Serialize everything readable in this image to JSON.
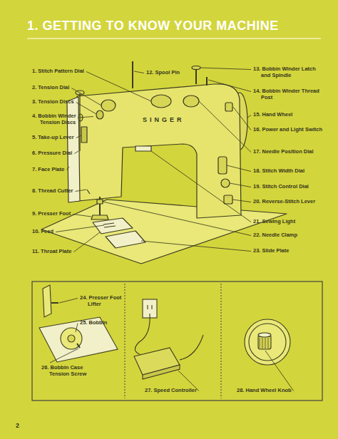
{
  "diagram": {
    "title": "1. GETTING TO KNOW YOUR MACHINE",
    "labels": [
      "1. Stitch Pattern Dial",
      "2. Tension Dial",
      "3. Tension Discs",
      "4. Bobbin Winder Tension Discs",
      "5. Take-up Lever",
      "6. Pressure Dial",
      "7. Face Plate",
      "8. Thread Cutter",
      "9. Presser Foot",
      "10. Feed",
      "11. Throat Plate",
      "12. Spool Pin",
      "13. Bobbin Winder Latch and Spindle",
      "14. Bobbin Winder Thread Post",
      "15. Hand Wheel",
      "16. Power and Light Switch",
      "17. Needle Position Dial",
      "18. Stitch Width Dial",
      "19. Stitch Control Dial",
      "20. Reverse-Stitch Lever",
      "21. Sewing Light",
      "22. Needle Clamp",
      "23. Slide Plate",
      "24. Presser Foot Lifter",
      "25. Bobbin",
      "26. Bobbin Case Tension Screw",
      "27. Speed Controller",
      "28. Hand Wheel Knob",
      "SINGER",
      "2"
    ]
  }
}
